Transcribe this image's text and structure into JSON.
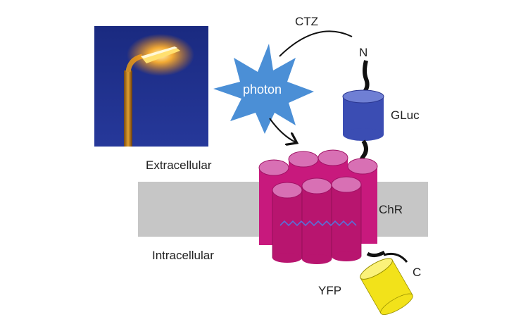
{
  "labels": {
    "ctz": "CTZ",
    "n_terminus": "N",
    "c_terminus": "C",
    "photon": "photon",
    "gluc": "GLuc",
    "chr": "ChR",
    "yfp": "YFP",
    "extracellular": "Extracellular",
    "intracellular": "Intracellular"
  },
  "colors": {
    "membrane": "#c6c6c6",
    "chr_body": "#c8197d",
    "chr_top": "#d870b4",
    "gluc_body": "#3b4db3",
    "yfp_body": "#f2e21a",
    "photon_star": "#4b8fd6",
    "photo_sky": "#1d2d86"
  },
  "icons": {
    "photo": "street-lamp-at-night-photo",
    "burst": "starburst-icon"
  }
}
